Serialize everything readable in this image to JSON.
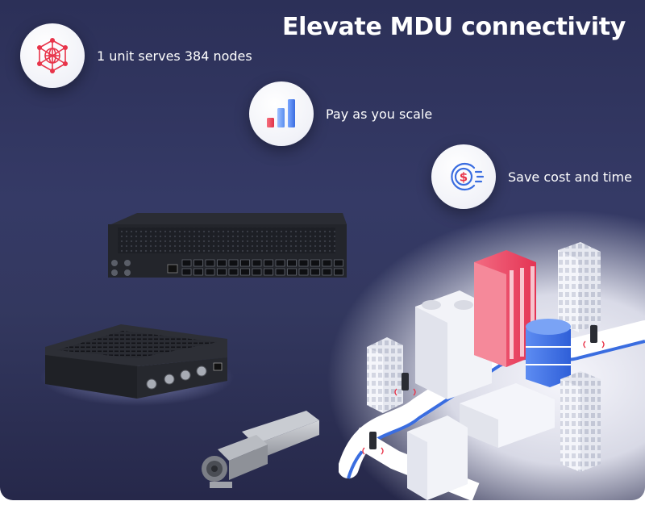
{
  "header": {
    "title": "Elevate MDU connectivity"
  },
  "features": [
    {
      "icon": "network-node-icon",
      "label": "1 unit serves 384 nodes"
    },
    {
      "icon": "bar-chart-icon",
      "label": "Pay as you scale"
    },
    {
      "icon": "dollar-cost-icon",
      "label": "Save cost and time"
    }
  ],
  "colors": {
    "background_top": "#2c3058",
    "accent_red": "#e8344a",
    "accent_blue": "#3a6de0",
    "building_pink": "#f05670"
  }
}
